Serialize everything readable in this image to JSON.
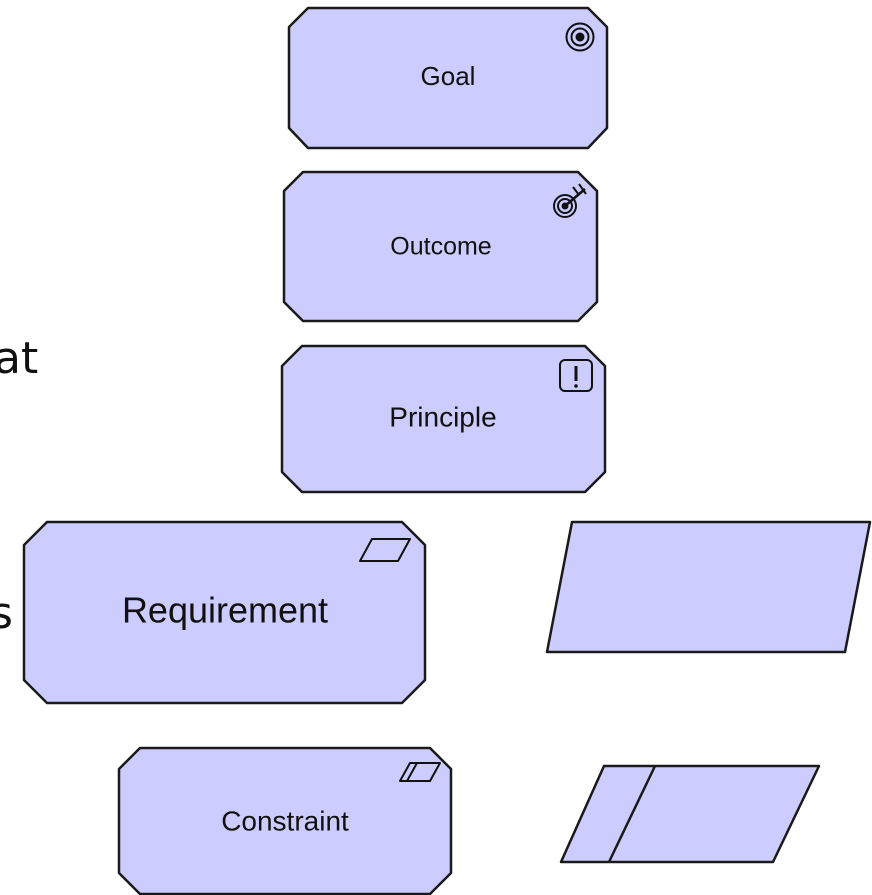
{
  "colors": {
    "element_fill": "#ccccff",
    "element_stroke": "#1a1a1a",
    "text": "#111111",
    "background": "#ffffff"
  },
  "left_text_fragments": {
    "line1": "at",
    "line2": "s"
  },
  "elements": {
    "goal": {
      "label": "Goal",
      "icon": "goal-icon"
    },
    "outcome": {
      "label": "Outcome",
      "icon": "outcome-icon"
    },
    "principle": {
      "label": "Principle",
      "icon": "principle-icon"
    },
    "requirement": {
      "label": "Requirement",
      "icon": "requirement-icon"
    },
    "constraint": {
      "label": "Constraint",
      "icon": "constraint-icon"
    }
  },
  "notation_shapes": [
    {
      "name": "requirement-notation",
      "shape": "parallelogram"
    },
    {
      "name": "constraint-notation",
      "shape": "parallelogram-with-stripe"
    }
  ]
}
